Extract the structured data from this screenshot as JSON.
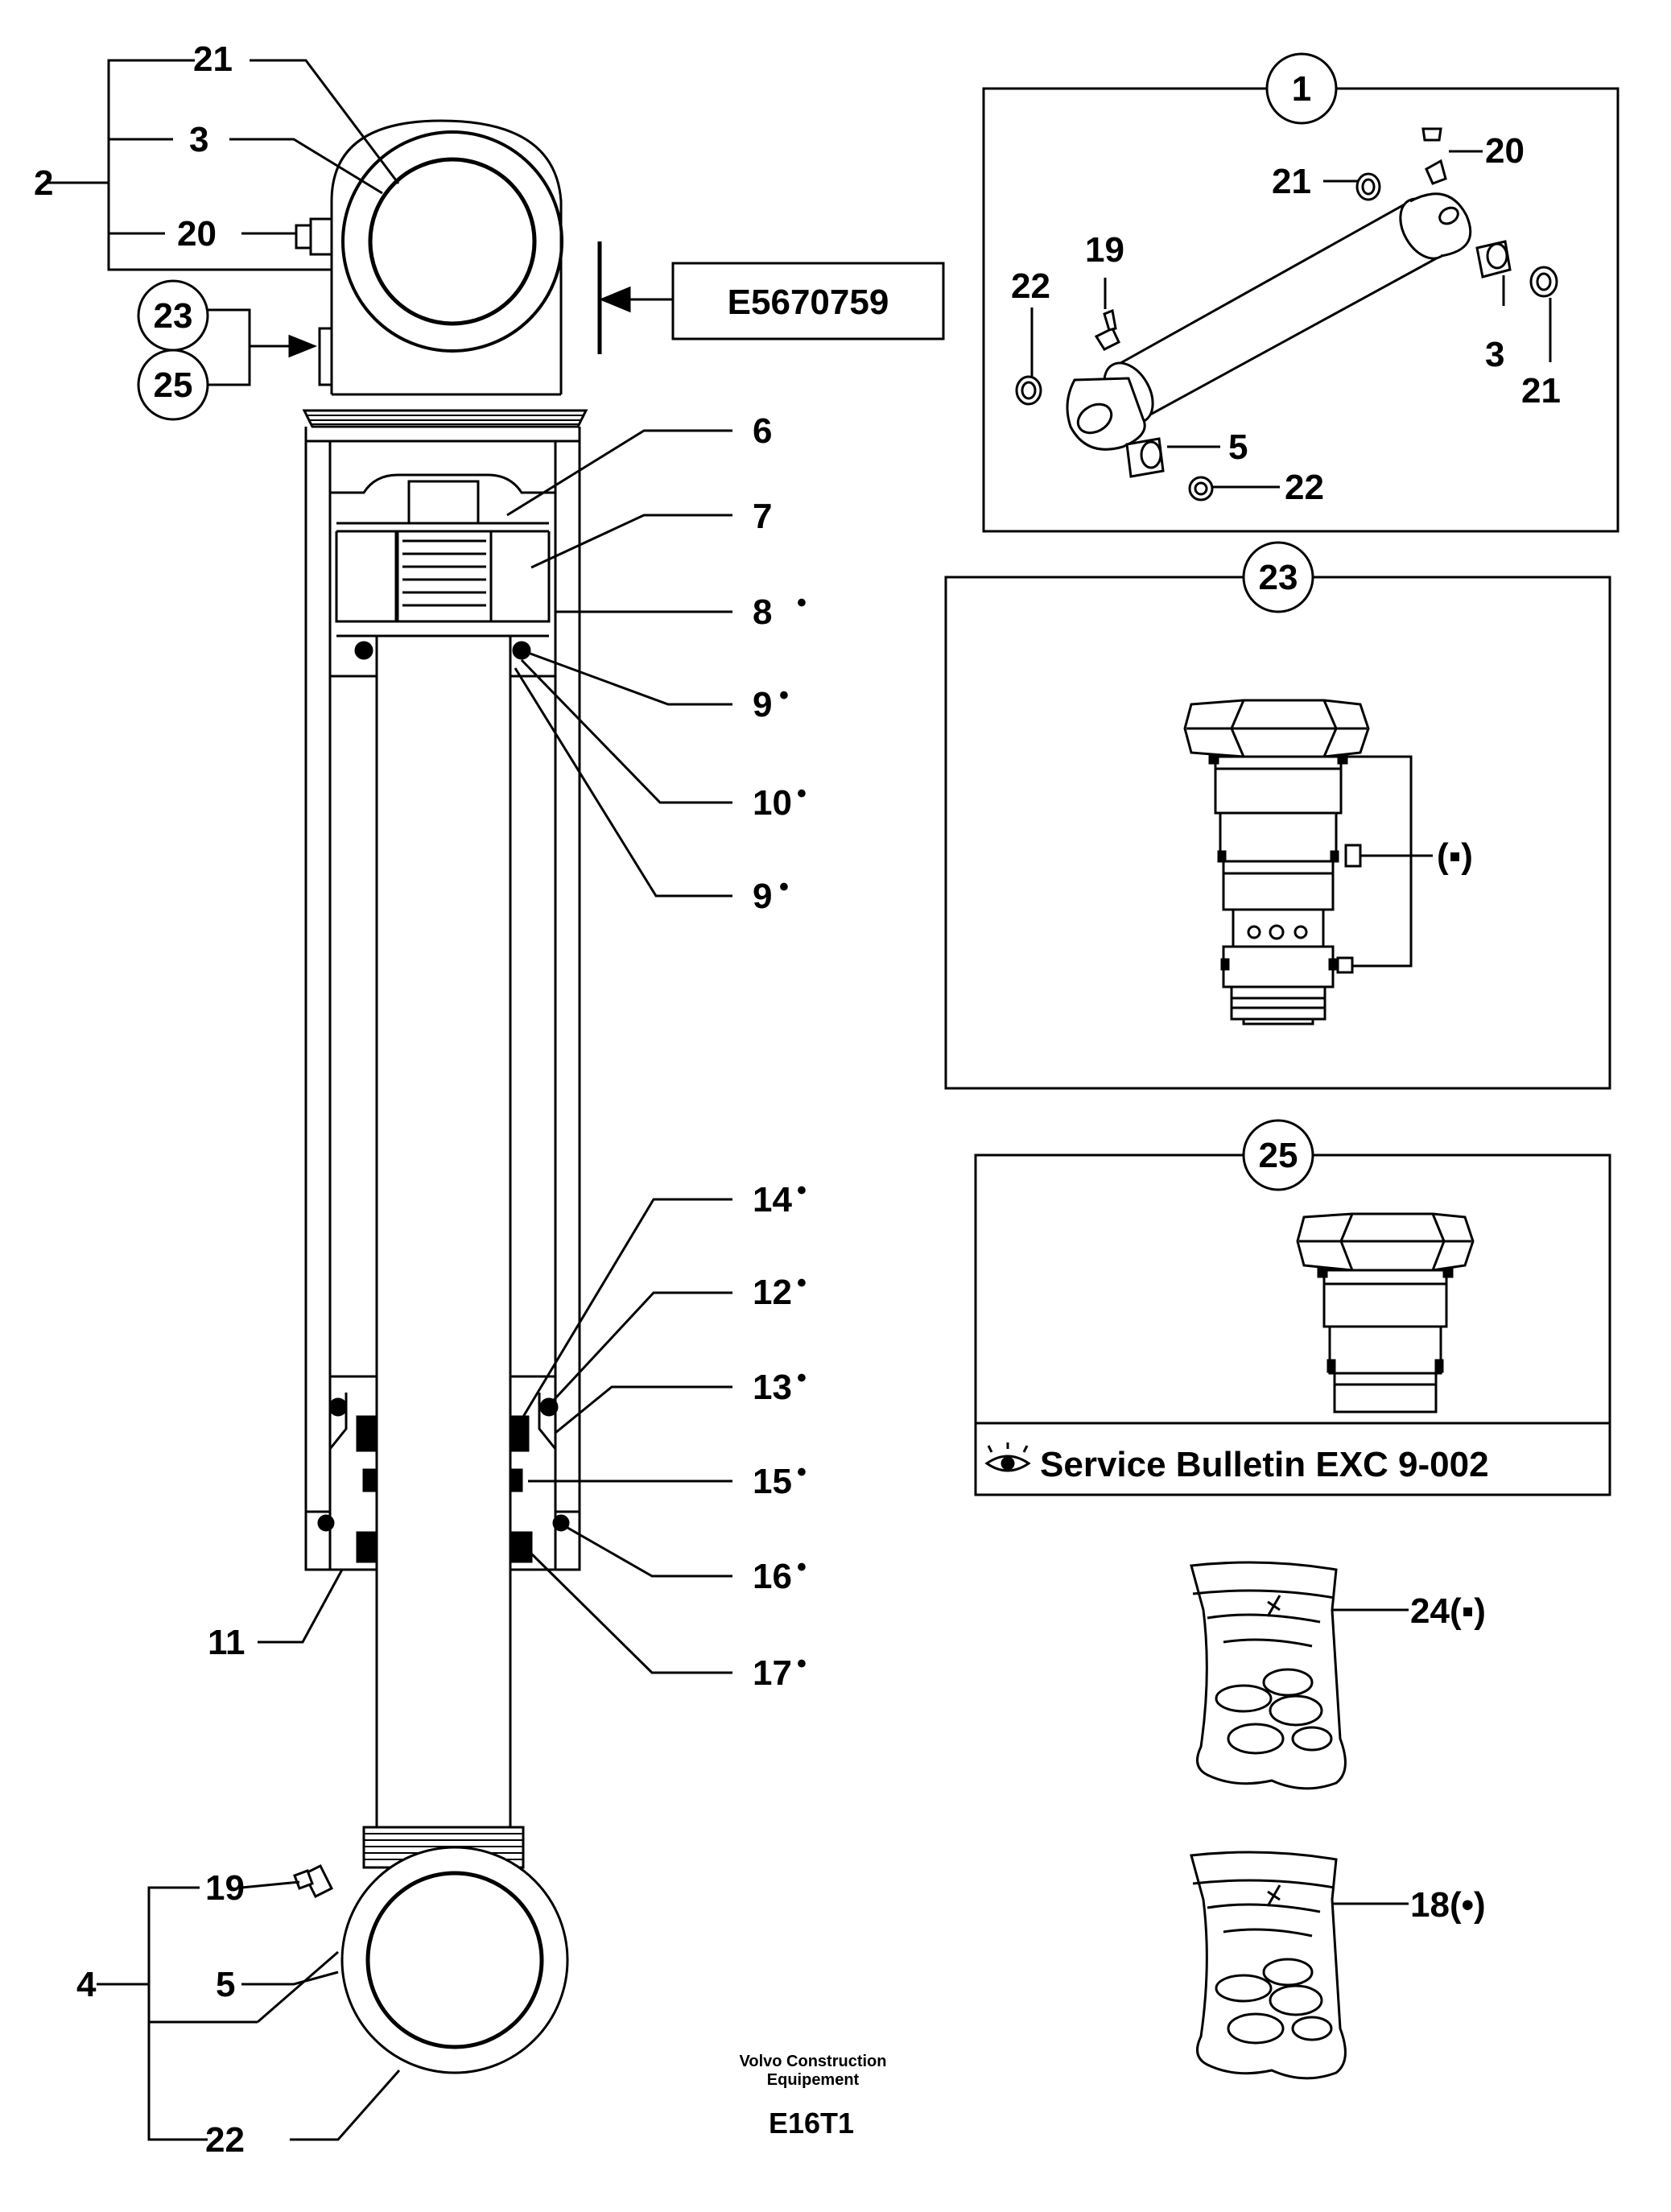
{
  "main_labels": {
    "l21_top": "21",
    "l3_top": "3",
    "l2": "2",
    "l20_top": "20",
    "l6": "6",
    "l7": "7",
    "l8": "8",
    "l9a": "9",
    "l10": "10",
    "l9b": "9",
    "l14": "14",
    "l12": "12",
    "l13": "13",
    "l15": "15",
    "l16": "16",
    "l11": "11",
    "l17": "17",
    "l19_bot": "19",
    "l4": "4",
    "l5_bot": "5",
    "l22_bot": "22",
    "dot": "•"
  },
  "callouts": {
    "c23": "23",
    "c25": "25"
  },
  "reference_box": "E5670759",
  "box1": {
    "number": "1",
    "l20": "20",
    "l21a": "21",
    "l19": "19",
    "l22a": "22",
    "l3": "3",
    "l21b": "21",
    "l5": "5",
    "l22b": "22"
  },
  "box23": {
    "number": "23",
    "marker": "(▪)"
  },
  "box25": {
    "number": "25",
    "service_bulletin": "Service Bulletin EXC 9-002"
  },
  "kits": {
    "k24": "24(▪)",
    "k18": "18(•)"
  },
  "footer": {
    "company_line1": "Volvo Construction",
    "company_line2": "Equipement",
    "code": "E16T1"
  }
}
